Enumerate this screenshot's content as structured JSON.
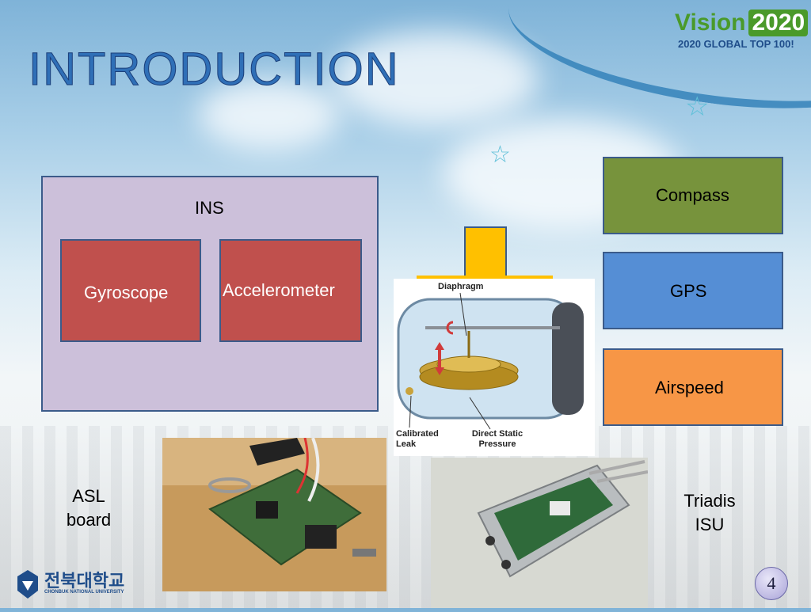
{
  "slide": {
    "title": "INTRODUCTION",
    "brand": {
      "vision_word": "Vision",
      "vision_year": "2020",
      "tagline": "2020 GLOBAL TOP 100!"
    },
    "page_number": "4",
    "university_logo": {
      "korean_name": "전북대학교",
      "english_name": "CHONBUK NATIONAL UNIVERSITY"
    }
  },
  "ins_block": {
    "label": "INS",
    "gyroscope": "Gyroscope",
    "accelerometer": "Accelerometer",
    "fill_color": "#ccc0da",
    "component_color": "#c0504d"
  },
  "sensors": [
    {
      "label": "Compass",
      "color": "#77933c"
    },
    {
      "label": "GPS",
      "color": "#558ed5"
    },
    {
      "label": "Airspeed",
      "color": "#f79646"
    }
  ],
  "altimeter_diagram": {
    "diaphragm": "Diaphragm",
    "calibrated_leak": "Calibrated Leak",
    "direct_static_pressure": "Direct Static Pressure",
    "connector_color": "#ffc000"
  },
  "captions": {
    "asl_board": "ASL board",
    "triadis_isu": "Triadis ISU"
  }
}
